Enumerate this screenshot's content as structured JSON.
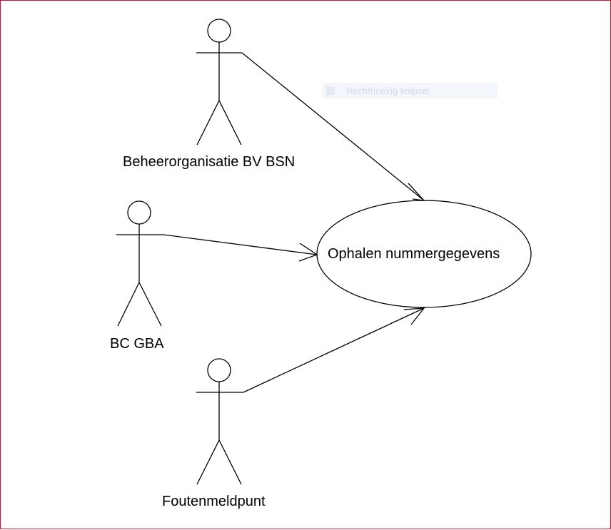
{
  "diagram": {
    "actors": [
      {
        "id": "beheer",
        "label": "Beheerorganisatie BV BSN"
      },
      {
        "id": "bcgba",
        "label": "BC GBA"
      },
      {
        "id": "fouten",
        "label": "Foutenmeldpunt"
      }
    ],
    "use_case": {
      "label": "Ophalen nummergegevens"
    },
    "ghost_hint": {
      "label": "Rechthoekig knipsel"
    },
    "colors": {
      "frame": "#c8102e",
      "stroke": "#000000"
    }
  }
}
